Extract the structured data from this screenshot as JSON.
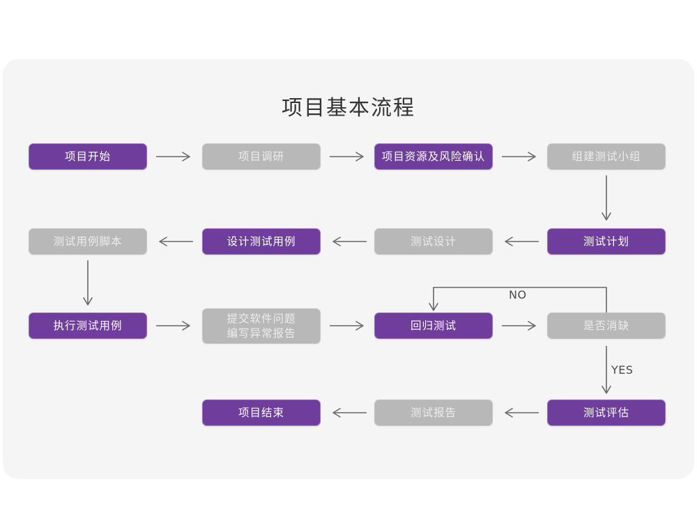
{
  "page": {
    "title": "项目基本流程",
    "background": "#ffffff",
    "panel_background": "#f5f5f5"
  },
  "colors": {
    "purple": "#6f3d9c",
    "purple_border": "#9b6cc0",
    "gray": "#b8b8b8",
    "gray_border": "#c4c4c4",
    "arrow": "#666666",
    "title_text": "#333333",
    "label_text": "#4a4a4a"
  },
  "chart_data": {
    "type": "diagram",
    "title": "项目基本流程",
    "nodes": [
      {
        "id": "n1",
        "label": "项目开始",
        "style": "purple",
        "row": 1,
        "col": 1
      },
      {
        "id": "n2",
        "label": "项目调研",
        "style": "gray",
        "row": 1,
        "col": 2
      },
      {
        "id": "n3",
        "label": "项目资源及风险确认",
        "style": "purple",
        "row": 1,
        "col": 3
      },
      {
        "id": "n4",
        "label": "组建测试小组",
        "style": "gray",
        "row": 1,
        "col": 4
      },
      {
        "id": "n5",
        "label": "测试计划",
        "style": "purple",
        "row": 2,
        "col": 4
      },
      {
        "id": "n6",
        "label": "测试设计",
        "style": "gray",
        "row": 2,
        "col": 3
      },
      {
        "id": "n7",
        "label": "设计测试用例",
        "style": "purple",
        "row": 2,
        "col": 2
      },
      {
        "id": "n8",
        "label": "测试用例脚本",
        "style": "gray",
        "row": 2,
        "col": 1
      },
      {
        "id": "n9",
        "label": "执行测试用例",
        "style": "purple",
        "row": 3,
        "col": 1
      },
      {
        "id": "n10",
        "label": "提交软件问题",
        "label2": "编写异常报告",
        "style": "gray",
        "row": 3,
        "col": 2
      },
      {
        "id": "n11",
        "label": "回归测试",
        "style": "purple",
        "row": 3,
        "col": 3
      },
      {
        "id": "n12",
        "label": "是否消缺",
        "style": "gray",
        "row": 3,
        "col": 4
      },
      {
        "id": "n13",
        "label": "测试评估",
        "style": "purple",
        "row": 4,
        "col": 4
      },
      {
        "id": "n14",
        "label": "测试报告",
        "style": "gray",
        "row": 4,
        "col": 3
      },
      {
        "id": "n15",
        "label": "项目结束",
        "style": "purple",
        "row": 4,
        "col": 2
      }
    ],
    "edges": [
      {
        "from": "n1",
        "to": "n2",
        "direction": "right",
        "label": ""
      },
      {
        "from": "n2",
        "to": "n3",
        "direction": "right",
        "label": ""
      },
      {
        "from": "n3",
        "to": "n4",
        "direction": "right",
        "label": ""
      },
      {
        "from": "n4",
        "to": "n5",
        "direction": "down",
        "label": ""
      },
      {
        "from": "n5",
        "to": "n6",
        "direction": "left",
        "label": ""
      },
      {
        "from": "n6",
        "to": "n7",
        "direction": "left",
        "label": ""
      },
      {
        "from": "n7",
        "to": "n8",
        "direction": "left",
        "label": ""
      },
      {
        "from": "n8",
        "to": "n9",
        "direction": "down",
        "label": ""
      },
      {
        "from": "n9",
        "to": "n10",
        "direction": "right",
        "label": ""
      },
      {
        "from": "n10",
        "to": "n11",
        "direction": "right",
        "label": ""
      },
      {
        "from": "n11",
        "to": "n12",
        "direction": "right",
        "label": ""
      },
      {
        "from": "n12",
        "to": "n11",
        "direction": "loop-up-left",
        "label": "NO"
      },
      {
        "from": "n12",
        "to": "n13",
        "direction": "down",
        "label": "YES"
      },
      {
        "from": "n13",
        "to": "n14",
        "direction": "left",
        "label": ""
      },
      {
        "from": "n14",
        "to": "n15",
        "direction": "left",
        "label": ""
      }
    ],
    "edge_labels": {
      "no": "NO",
      "yes": "YES"
    }
  }
}
